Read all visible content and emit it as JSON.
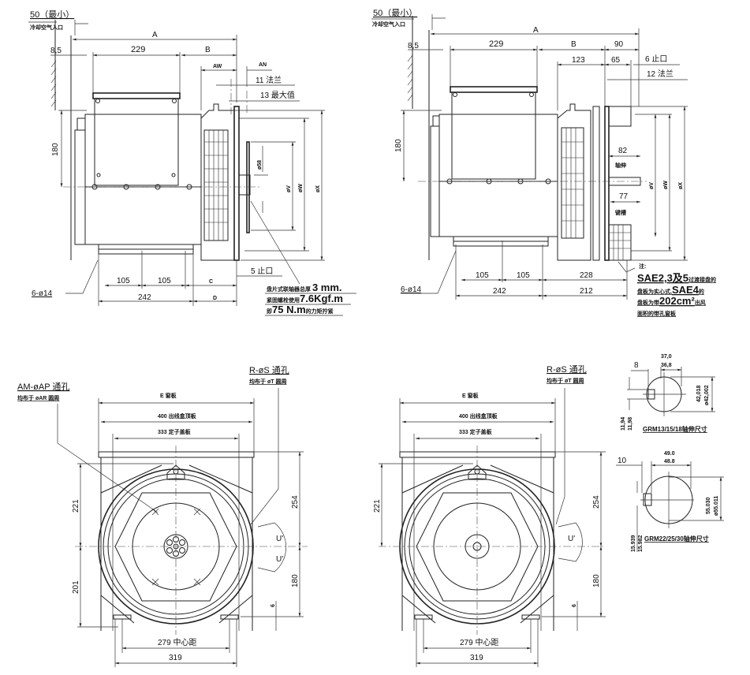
{
  "side_view_a": {
    "min_clearance": "50（最小）",
    "air_inlet": "冷却空气入口",
    "dim_a": "A",
    "dim_8_5": "8,5",
    "dim_229": "229",
    "dim_b": "B",
    "dim_aw": "AW",
    "dim_an": "AN",
    "flange_11": "11 法兰",
    "max_13": "13 最大值",
    "dim_180": "180",
    "dia_58": "ø58",
    "dia_v": "øV",
    "dia_w": "øW",
    "dia_x": "øX",
    "spigot_5": "5 止口",
    "dim_105_1": "105",
    "dim_105_2": "105",
    "dim_c": "C",
    "dim_242": "242",
    "dim_d": "D",
    "holes": "6-ø14",
    "note_1_cn": "盘片式联轴器总厚",
    "note_1_val": "3 mm.",
    "note_2_cn": "紧固螺栓使用",
    "note_2_val": "7.6Kgf.m",
    "note_3_pre": "即",
    "note_3_val": "75 N.m",
    "note_3_cn": "的力矩拧紧"
  },
  "side_view_b": {
    "min_clearance": "50（最小）",
    "air_inlet": "冷却空气入口",
    "dim_a": "A",
    "dim_8_5": "8,5",
    "dim_229": "229",
    "dim_b": "B",
    "dim_90": "90",
    "dim_123": "123",
    "dim_65": "65",
    "spigot_6": "6 止口",
    "flange_12": "12 法兰",
    "dim_180": "180",
    "dim_82": "82",
    "shaft_ext": "轴伸",
    "dim_77": "77",
    "keyway": "键槽",
    "dia_v": "øV",
    "dia_w": "øW",
    "dia_x": "øX",
    "dim_105_1": "105",
    "dim_105_2": "105",
    "dim_228": "228",
    "dim_242": "242",
    "dim_212": "212",
    "holes": "6-ø14",
    "note_label": "注:",
    "note_1": "SAE2,3及5",
    "note_1_cn": "过渡接盘的",
    "note_2_cn": "盘板为实心式,",
    "note_2": "SAE4",
    "note_2_cn2": "的",
    "note_3_cn": "盘板为带",
    "note_3": "202cm²",
    "note_3_cn2": "出风",
    "note_4_cn": "面积的带孔窗板"
  },
  "end_view_a": {
    "am_holes": "AM-øAP 通孔",
    "am_pcd": "均布于 øAR 圆周",
    "r_holes": "R-øS 通孔",
    "r_pcd": "均布于 øT 圆周",
    "dim_e": "E 窗板",
    "dim_400": "400 出线盒顶板",
    "dim_333": "333 定子盖板",
    "dim_221": "221",
    "dim_201": "201",
    "dim_254": "254",
    "dim_180": "180",
    "angle_u1": "U'",
    "angle_u2": "U'",
    "dim_6": "6",
    "dim_279": "279 中心距",
    "dim_319": "319"
  },
  "end_view_b": {
    "r_holes": "R-øS 通孔",
    "r_pcd": "均布于 øT 圆周",
    "dim_e": "E 窗板",
    "dim_400": "400 出线盒顶板",
    "dim_333": "333 定子盖板",
    "dim_221": "221",
    "dim_254": "254",
    "dim_180": "180",
    "angle_u": "U'",
    "dim_6": "6",
    "dim_279": "279 中心距",
    "dim_319": "319"
  },
  "shaft_detail_1": {
    "dim_8": "8",
    "dim_37_0": "37,0",
    "dim_36_8": "36,8",
    "dia_42_018": "42,018",
    "dia_42_002": "ø42,002",
    "dim_11_94": "11,94",
    "dim_11_98": "11,98",
    "caption": "GRM13/15/18轴伸尺寸"
  },
  "shaft_detail_2": {
    "dim_10": "10",
    "dim_49_0": "49.0",
    "dim_48_8": "48.8",
    "dia_55_030": "55.030",
    "dia_55_011": "ø55.011",
    "dim_15_939": "15.939",
    "dim_15_982": "15.982",
    "caption": "GRM22/25/30轴伸尺寸"
  }
}
